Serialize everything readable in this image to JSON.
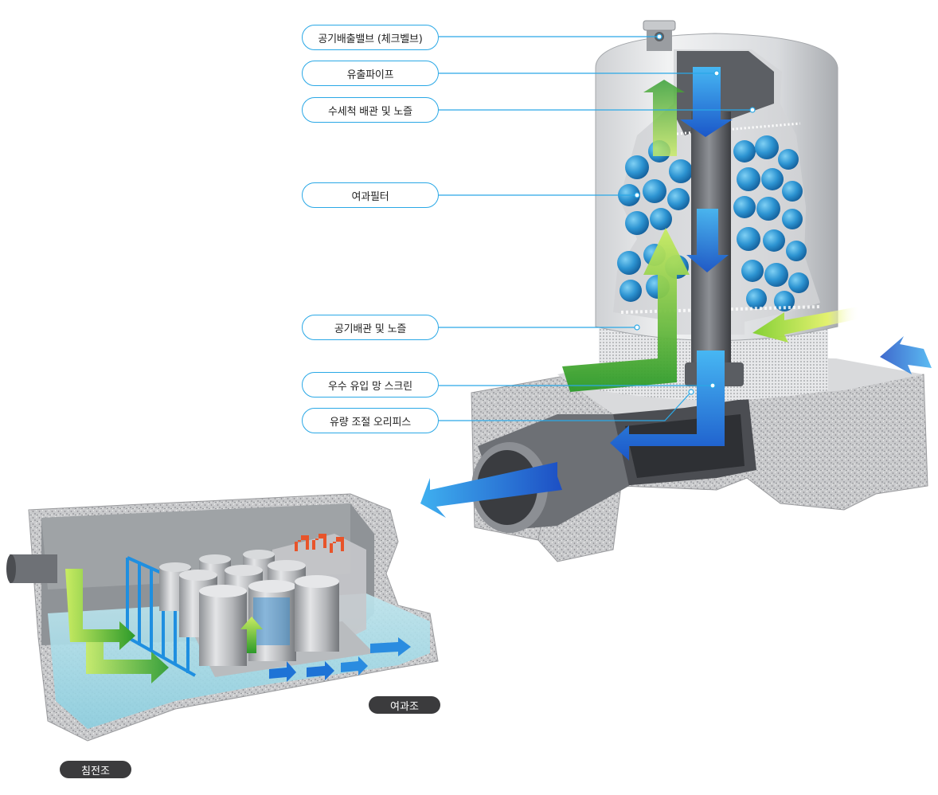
{
  "callouts": [
    {
      "id": "air-valve",
      "label": "공기배출밸브 (체크벨브)"
    },
    {
      "id": "outlet-pipe",
      "label": "유출파이프"
    },
    {
      "id": "wash-nozzle",
      "label": "수세척 배관 및 노즐"
    },
    {
      "id": "filter",
      "label": "여과필터"
    },
    {
      "id": "air-nozzle",
      "label": "공기배관 및 노즐"
    },
    {
      "id": "screen",
      "label": "우수 유입 망 스크린"
    },
    {
      "id": "orifice",
      "label": "유량 조절 오리피스"
    }
  ],
  "tank_labels": {
    "filtration": "여과조",
    "sedimentation": "침전조"
  },
  "colors": {
    "callout_border": "#2aa8e6",
    "leader_line": "#2aa8e6",
    "flow_blue": "#1e73d6",
    "flow_green": "#55c22f",
    "flow_red": "#e8542a",
    "pill_bg": "#3b3b3d"
  }
}
